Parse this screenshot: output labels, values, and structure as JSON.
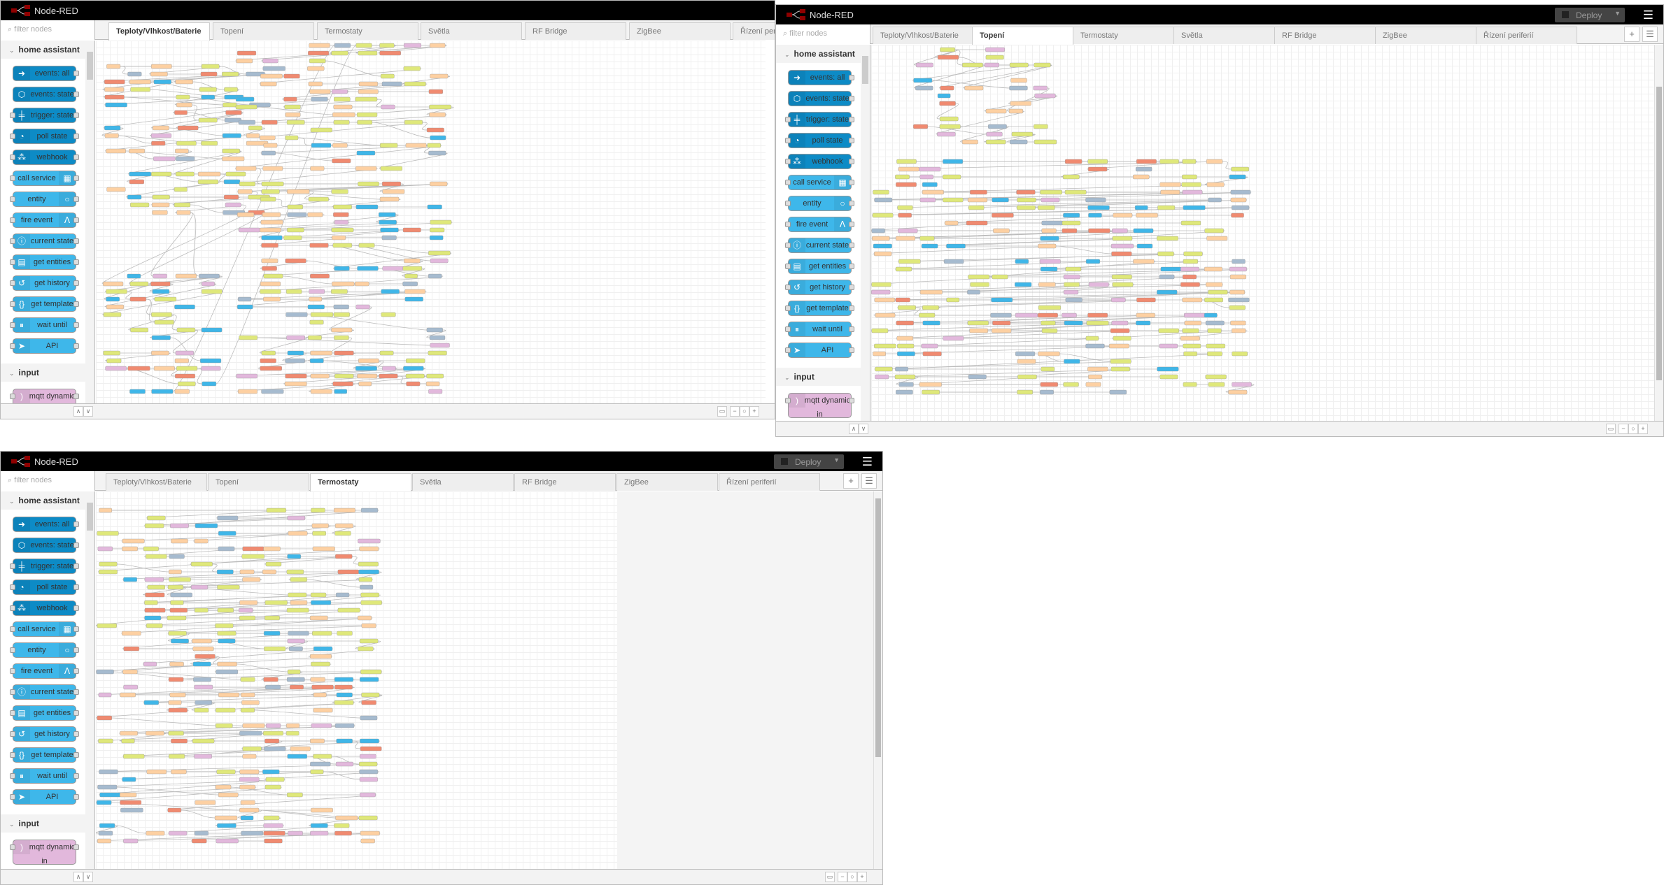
{
  "app_title": "Node-RED",
  "deploy_label": "Deploy",
  "filter_placeholder": "filter nodes",
  "tabs": [
    "Teploty/Vlhkost/Baterie",
    "Topení",
    "Termostaty",
    "Světla",
    "RF Bridge",
    "ZigBee",
    "Řízení periferií"
  ],
  "windows": [
    {
      "active_tab": 0
    },
    {
      "active_tab": 1
    },
    {
      "active_tab": 2
    }
  ],
  "palette": {
    "categories": [
      {
        "label": "home assistant",
        "items": [
          {
            "label": "events: all",
            "icon": "arrow-right-icon",
            "style": "dark"
          },
          {
            "label": "events: state",
            "icon": "hexagon-arrow-icon",
            "style": "dark"
          },
          {
            "label": "trigger: state",
            "icon": "signpost-icon",
            "style": "dark"
          },
          {
            "label": "poll state",
            "icon": "timer-icon",
            "style": "dark"
          },
          {
            "label": "webhook",
            "icon": "webhook-icon",
            "style": "dark"
          },
          {
            "label": "call service",
            "icon": "router-icon",
            "style": "light"
          },
          {
            "label": "entity",
            "icon": "circle-icon",
            "style": "light"
          },
          {
            "label": "fire event",
            "icon": "antenna-icon",
            "style": "light"
          },
          {
            "label": "current state",
            "icon": "info-icon",
            "style": "light"
          },
          {
            "label": "get entities",
            "icon": "entities-icon",
            "style": "light"
          },
          {
            "label": "get history",
            "icon": "history-icon",
            "style": "light"
          },
          {
            "label": "get template",
            "icon": "braces-icon",
            "style": "light"
          },
          {
            "label": "wait until",
            "icon": "pause-icon",
            "style": "light"
          },
          {
            "label": "API",
            "icon": "paper-plane-icon",
            "style": "light"
          }
        ]
      },
      {
        "label": "input",
        "items": [
          {
            "label": "mqtt dynamic in",
            "icon": "mqtt-icon",
            "style": "pink"
          }
        ]
      }
    ]
  },
  "colors": {
    "dark": "#0d8bc6",
    "light": "#3eb7ea",
    "pink": "#e2b8dc",
    "header": "#000000"
  }
}
